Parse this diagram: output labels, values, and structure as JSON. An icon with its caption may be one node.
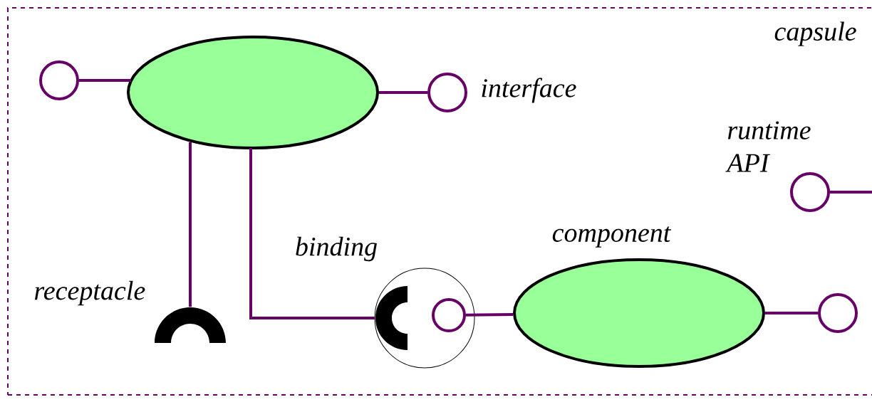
{
  "diagram": {
    "nodes": [
      {
        "text": [
          "capsule"
        ]
      },
      {
        "text": [],
        "shape": "ellipse",
        "in": 0
      },
      {
        "text": [],
        "shape": "circle",
        "in": 0
      },
      {
        "text": [],
        "shape": "circle",
        "in": 0,
        "beside": [
          "interface"
        ]
      },
      {
        "text": [],
        "shape": "semicircle",
        "in": 0,
        "beside": [
          "receptacle"
        ]
      },
      {
        "text": [],
        "shape": "circle",
        "in": 0,
        "beside": [
          "binding"
        ]
      },
      {
        "text": [],
        "shape": "semicircle",
        "in": 5
      },
      {
        "text": [],
        "shape": "circle",
        "in": 5
      },
      {
        "text": [],
        "shape": "ellipse",
        "in": 0,
        "beside": [
          "component"
        ]
      },
      {
        "text": [],
        "shape": "circle",
        "in": 0
      },
      {
        "text": [],
        "shape": "circle",
        "in": 0,
        "beside": [
          "runtime API"
        ]
      }
    ],
    "edges": [
      {
        "from": 2,
        "to": 1,
        "arrow": "none"
      },
      {
        "from": 1,
        "to": 3,
        "arrow": "none"
      },
      {
        "from": 1,
        "to": 4,
        "arrow": "none"
      },
      {
        "from": 1,
        "to": 6,
        "arrow": "none"
      },
      {
        "from": 7,
        "to": 8,
        "arrow": "none"
      },
      {
        "from": 8,
        "to": 9,
        "arrow": "none"
      },
      {
        "from": 10,
        "to": null,
        "arrow": "none"
      }
    ]
  }
}
